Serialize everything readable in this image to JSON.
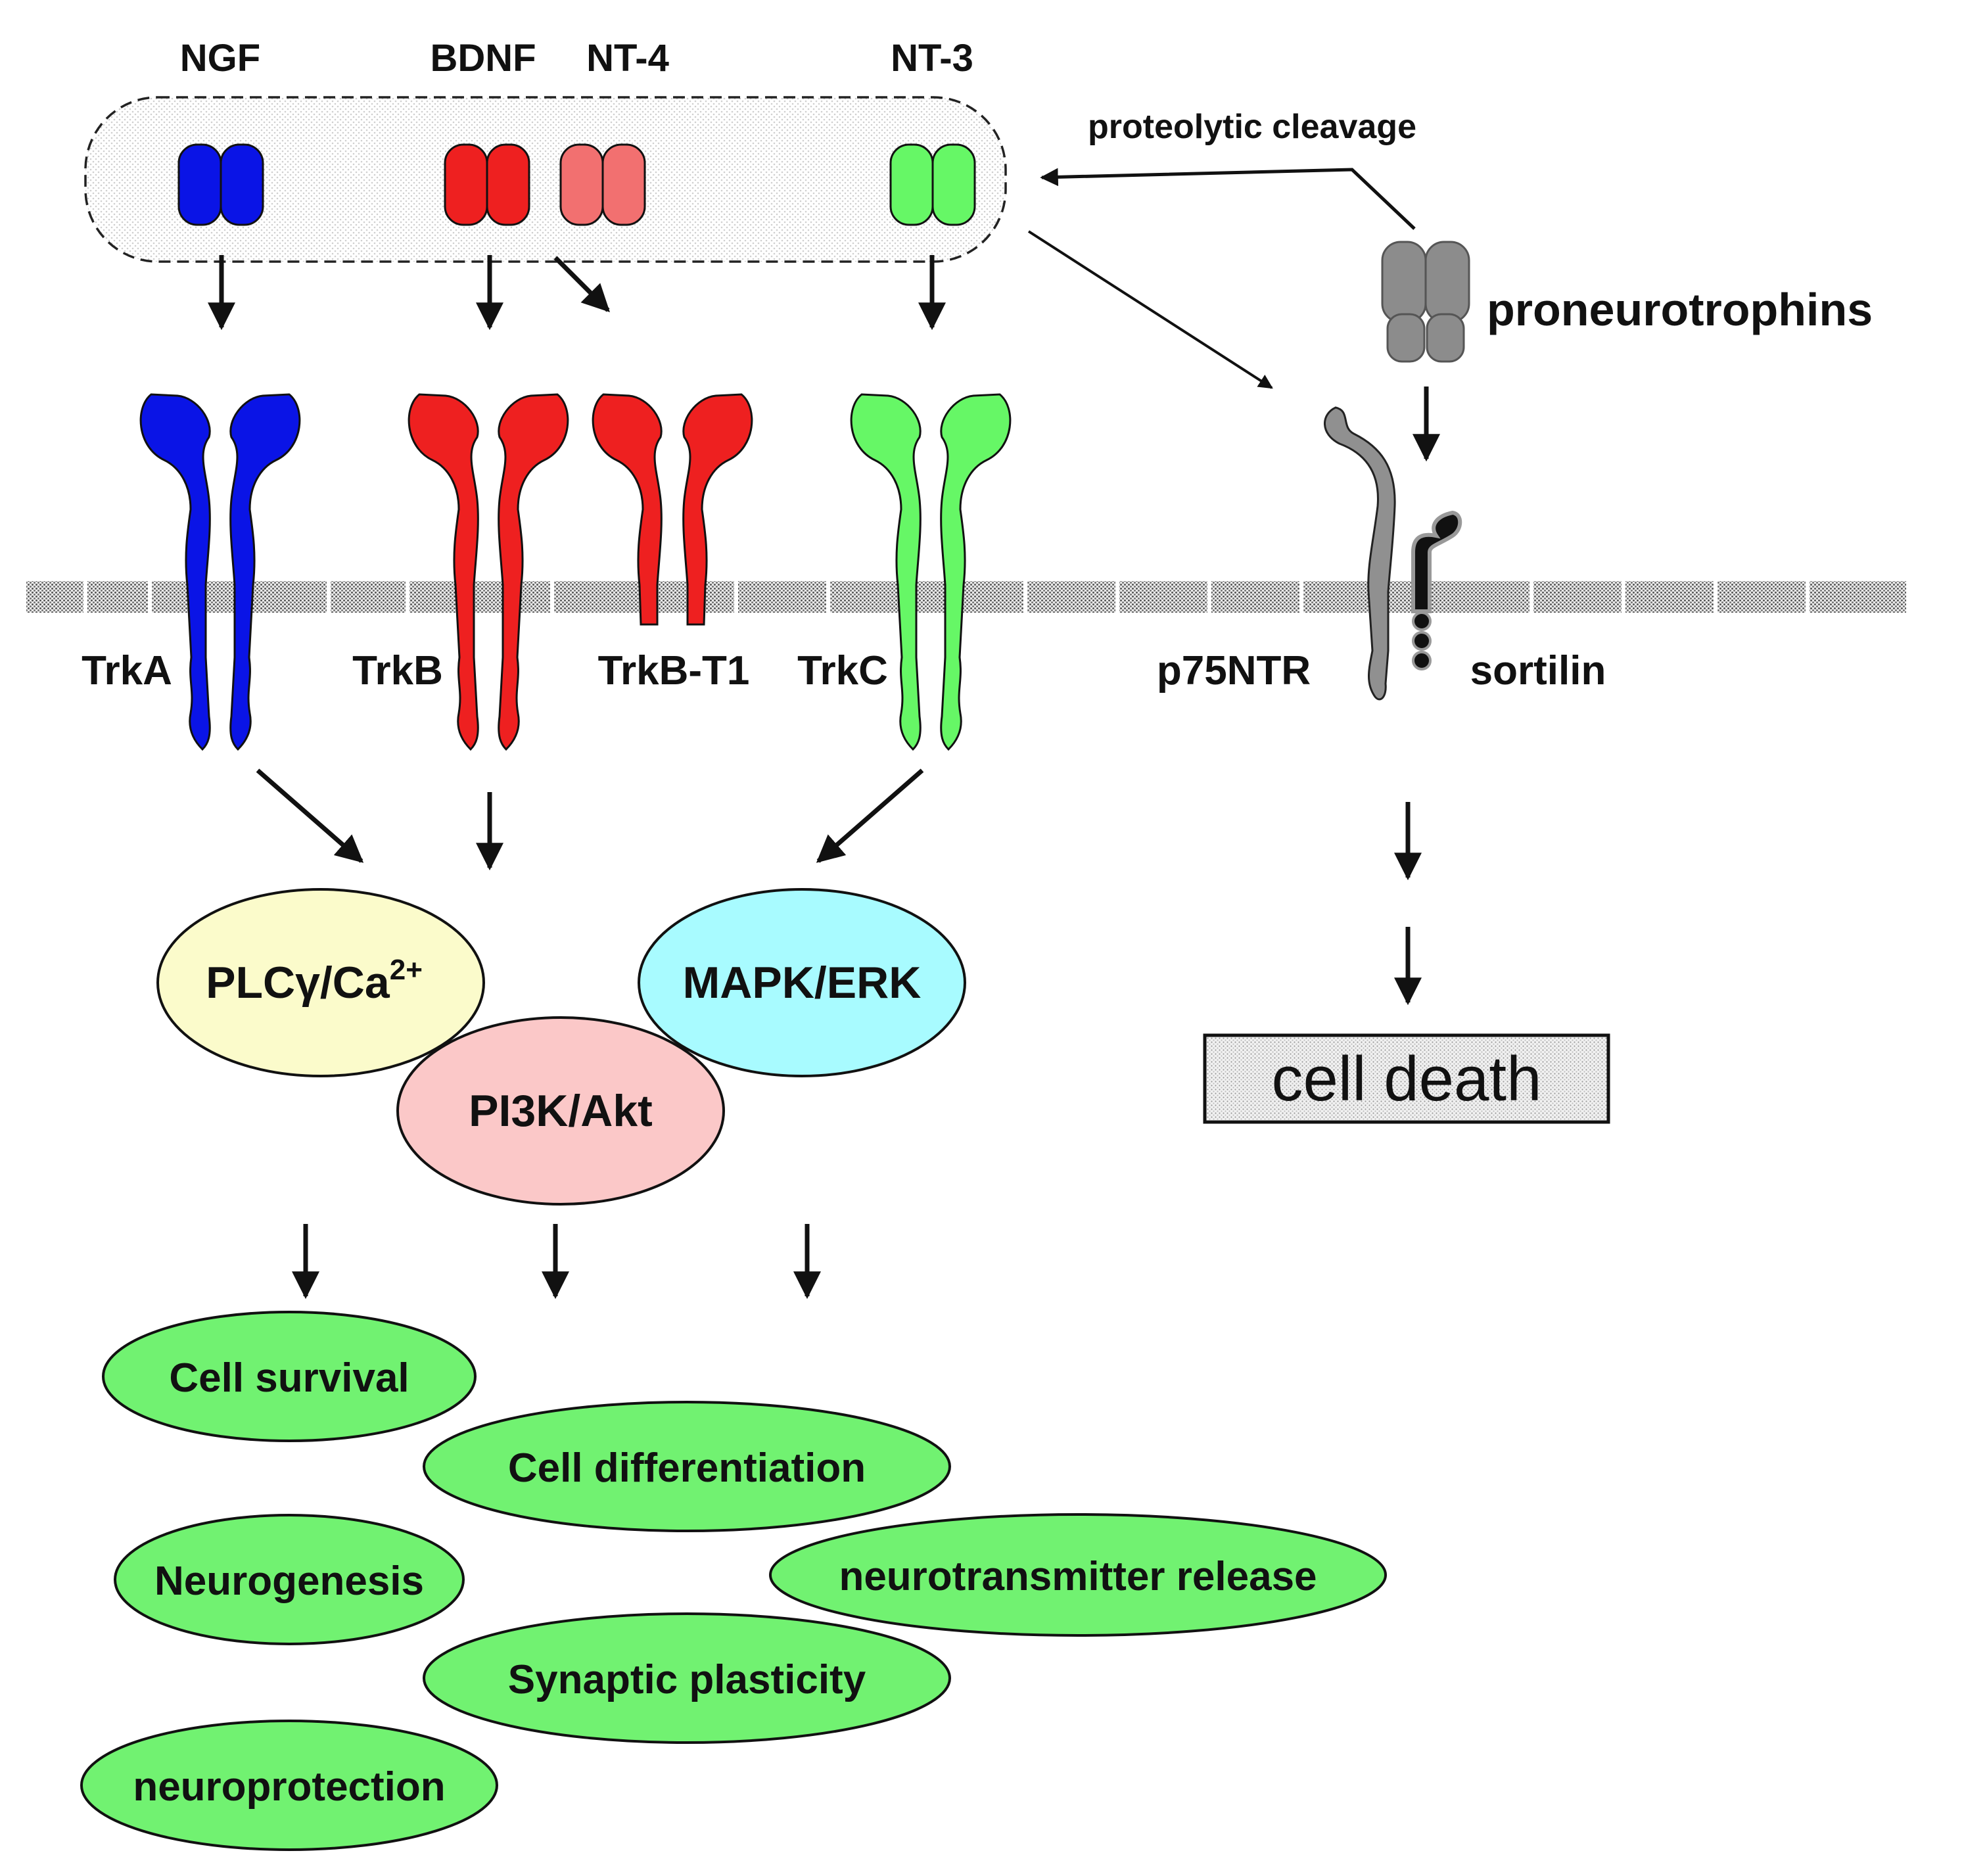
{
  "neurotrophins": {
    "ngf": "NGF",
    "bdnf": "BDNF",
    "nt4": "NT-4",
    "nt3": "NT-3",
    "proneurotrophins": "proneurotrophins",
    "proteolytic_cleavage": "proteolytic cleavage"
  },
  "receptors": {
    "trka": "TrkA",
    "trkb": "TrkB",
    "trkb_t1": "TrkB-T1",
    "trkc": "TrkC",
    "p75ntr": "p75NTR",
    "sortilin": "sortilin"
  },
  "pathways": {
    "plc_prefix": "PLCγ/Ca",
    "plc_sup": "2+",
    "mapk": "MAPK/ERK",
    "pi3k": "PI3K/Akt"
  },
  "outcomes": {
    "cell_survival": "Cell survival",
    "cell_differentiation": "Cell differentiation",
    "neurogenesis": "Neurogenesis",
    "neurotransmitter_release": "neurotransmitter release",
    "synaptic_plasticity": "Synaptic plasticity",
    "neuroprotection": "neuroprotection"
  },
  "cell_death": "cell death",
  "colors": {
    "ngf_trka": "#0a14e6",
    "bdnf_trkb": "#ee2020",
    "nt4": "#f27070",
    "nt3_trkc": "#66f766",
    "pro": "#8c8c8c",
    "p75": "#909090",
    "sortilin": "#111111",
    "plc_fill": "#fbfbcb",
    "mapk_fill": "#a8fbff",
    "pi3k_fill": "#fbc8c8",
    "outcome_fill": "#71f271"
  }
}
